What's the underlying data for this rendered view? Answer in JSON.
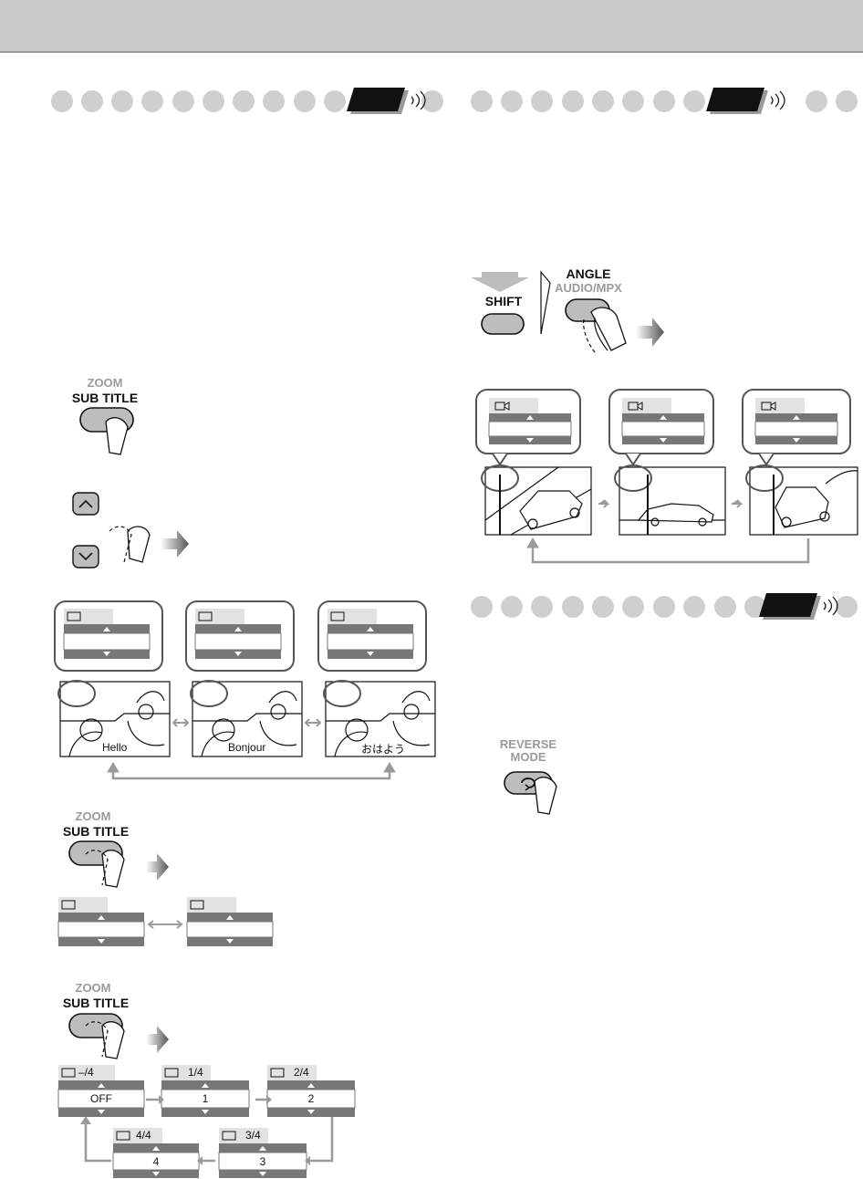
{
  "remote": {
    "zoom_label": "ZOOM",
    "subtitle_label": "SUB TITLE",
    "shift_label": "SHIFT",
    "angle_label": "ANGLE",
    "audio_mpx_label": "AUDIO/MPX",
    "reverse_label": "REVERSE",
    "mode_label": "MODE"
  },
  "subtitle_scenes": [
    "Hello",
    "Bonjour",
    "おはよう"
  ],
  "subtitle_cycle": [
    {
      "header": "–/4",
      "value": "OFF"
    },
    {
      "header": "1/4",
      "value": "1"
    },
    {
      "header": "2/4",
      "value": "2"
    },
    {
      "header": "3/4",
      "value": "3"
    },
    {
      "header": "4/4",
      "value": "4"
    }
  ],
  "colors": {
    "header_bar": "#c8c8c8",
    "dot_gray": "#cfcfcf",
    "osd_dark": "#777777",
    "arrow_gray": "#9a9a9a"
  }
}
